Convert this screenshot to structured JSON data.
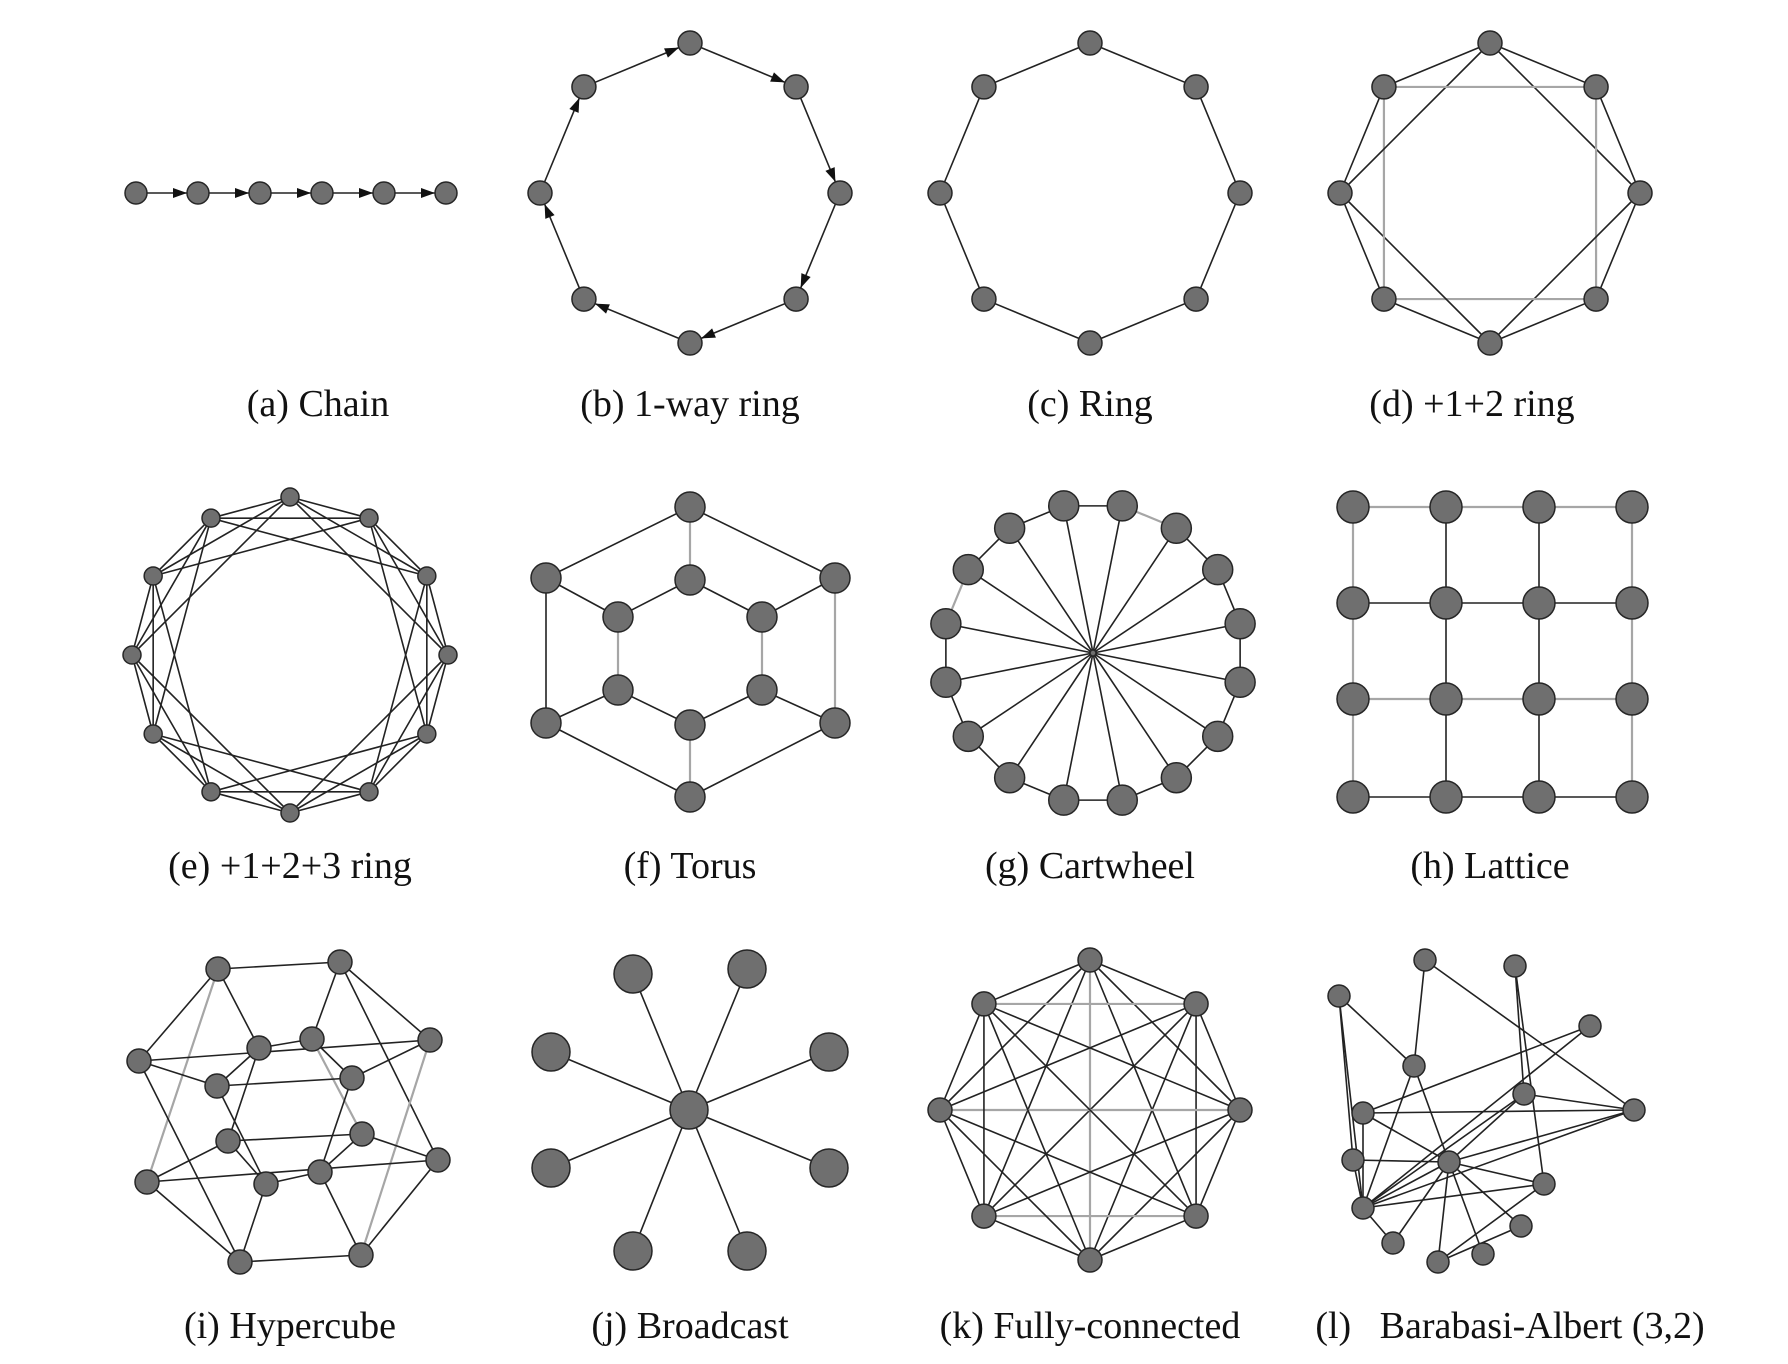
{
  "panels": [
    {
      "id": "chain",
      "caption": "(a) Chain"
    },
    {
      "id": "oneway",
      "caption": "(b) 1-way ring"
    },
    {
      "id": "ring",
      "caption": "(c) Ring"
    },
    {
      "id": "ring12",
      "caption": "(d) +1+2 ring"
    },
    {
      "id": "ring123",
      "caption": "(e) +1+2+3 ring"
    },
    {
      "id": "torus",
      "caption": "(f) Torus"
    },
    {
      "id": "cartwheel",
      "caption": "(g) Cartwheel"
    },
    {
      "id": "lattice",
      "caption": "(h) Lattice"
    },
    {
      "id": "hypercube",
      "caption": "(i) Hypercube"
    },
    {
      "id": "broadcast",
      "caption": "(j) Broadcast"
    },
    {
      "id": "full",
      "caption": "(k) Fully-connected"
    },
    {
      "id": "ba",
      "caption": "(l)   Barabasi-Albert (3,2)"
    }
  ]
}
